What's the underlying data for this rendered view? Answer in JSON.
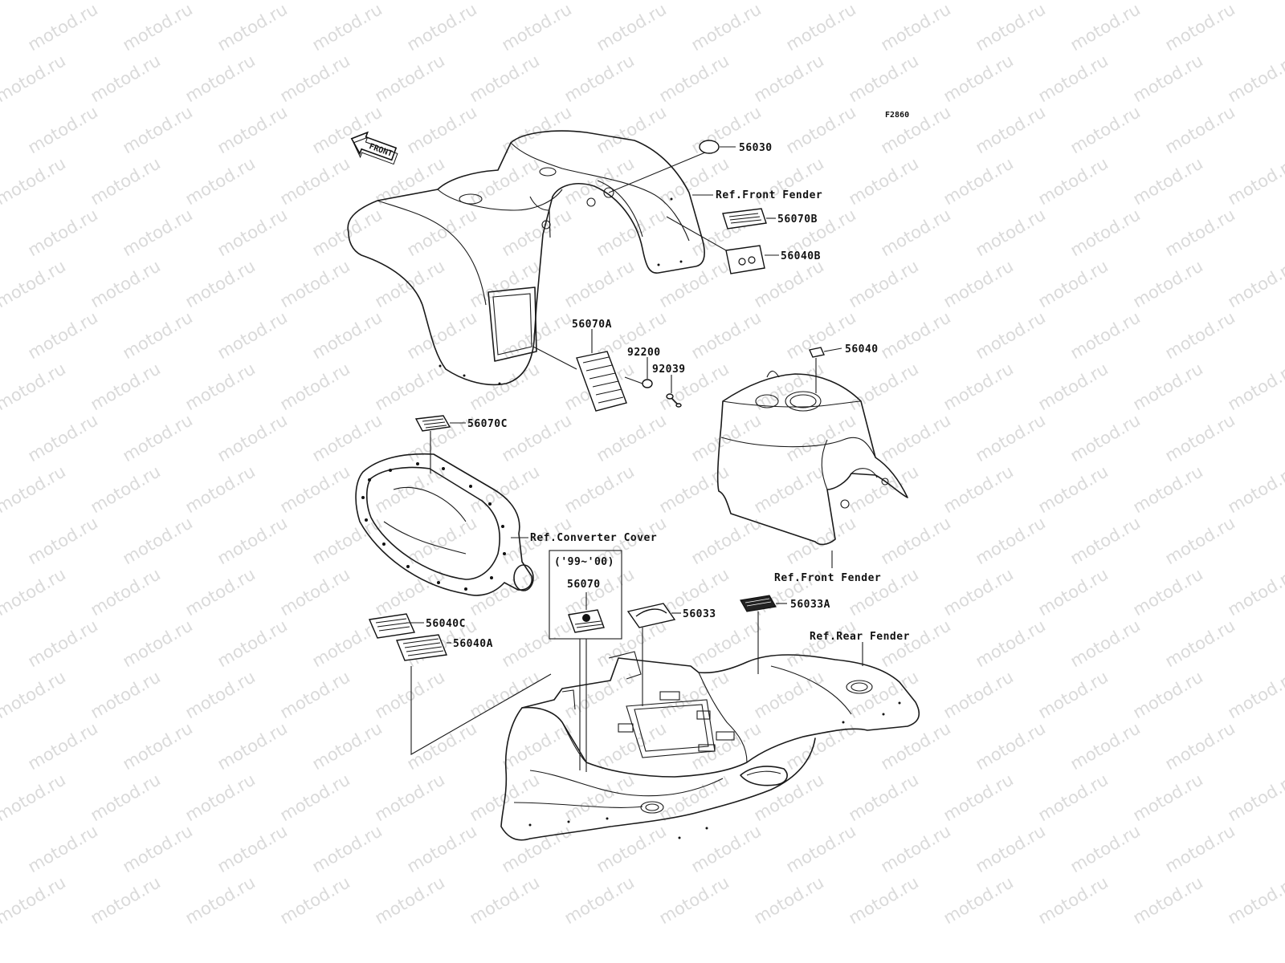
{
  "watermark": "motod.ru",
  "figure_code": "F2860",
  "front_label": "FRONT",
  "callouts": {
    "p56030": "56030",
    "ref_front_fender_top": "Ref.Front Fender",
    "p56070B": "56070B",
    "p56040B": "56040B",
    "p56070A": "56070A",
    "p92200": "92200",
    "p92039": "92039",
    "p56040": "56040",
    "p56070C": "56070C",
    "ref_converter_cover": "Ref.Converter Cover",
    "year_range": "('99~'00)",
    "p56070": "56070",
    "p56033": "56033",
    "p56033A": "56033A",
    "ref_front_fender_mid": "Ref.Front Fender",
    "ref_rear_fender": "Ref.Rear Fender",
    "p56040C": "56040C",
    "p56040A": "56040A"
  }
}
